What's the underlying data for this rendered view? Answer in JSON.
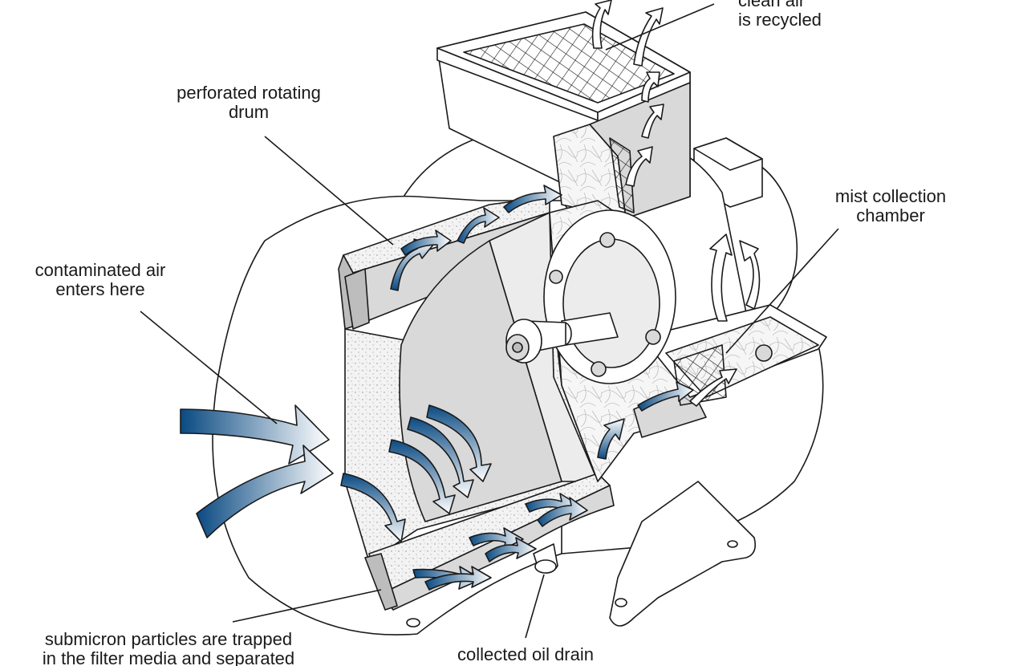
{
  "labels": {
    "clean_air": [
      "clean air",
      "is recycled"
    ],
    "drum": [
      "perforated rotating",
      "drum"
    ],
    "contaminated": [
      "contaminated air",
      "enters here"
    ],
    "mist": [
      "mist collection",
      "chamber"
    ],
    "particles": [
      "submicron particles are trapped",
      "in the filter media and separated"
    ],
    "oil_drain": "collected oil drain"
  },
  "colors": {
    "arrow_dark": "#0a4a82",
    "arrow_light": "#ffffff",
    "line": "#1a1a1a",
    "shade": "#d9d9d9"
  }
}
